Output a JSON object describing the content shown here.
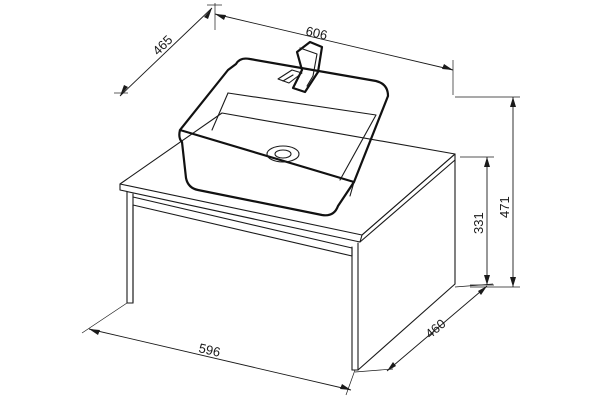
{
  "dimensions": {
    "top_width": "606",
    "top_depth": "465",
    "total_height": "471",
    "cabinet_height": "331",
    "cabinet_depth": "460",
    "cabinet_width": "596"
  },
  "colors": {
    "line": "#1a1a1a",
    "background": "#ffffff"
  }
}
